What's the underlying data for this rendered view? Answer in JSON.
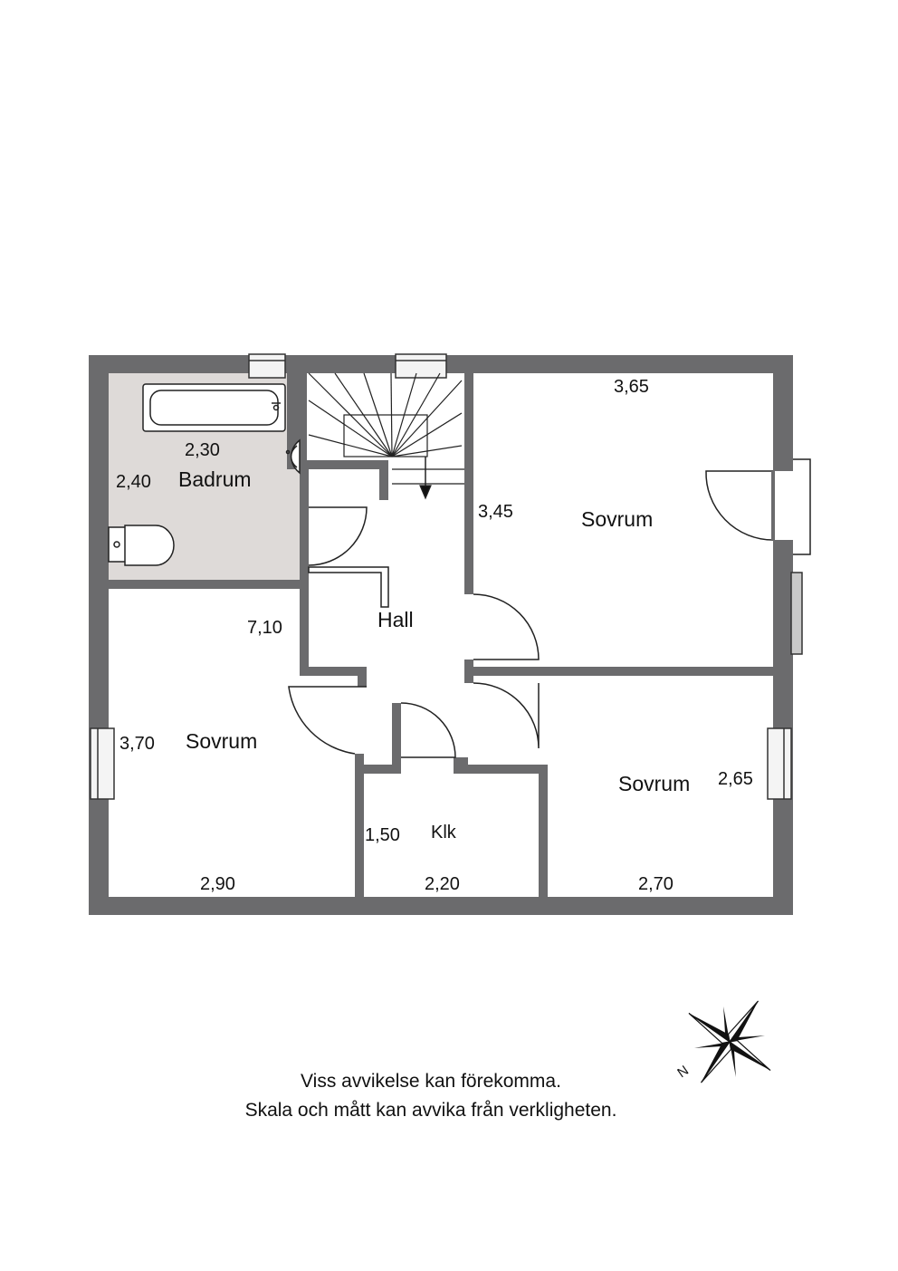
{
  "rooms": {
    "badrum": {
      "label": "Badrum",
      "dim_w": "2,30",
      "dim_h": "2,40"
    },
    "hall": {
      "label": "Hall",
      "dim": "7,10"
    },
    "sovrum_ne": {
      "label": "Sovrum",
      "dim_w": "3,65",
      "dim_h": "3,45"
    },
    "sovrum_w": {
      "label": "Sovrum",
      "dim_h": "3,70",
      "dim_w": "2,90"
    },
    "klk": {
      "label": "Klk",
      "dim_h": "1,50",
      "dim_w": "2,20"
    },
    "sovrum_se": {
      "label": "Sovrum",
      "dim_h": "2,65",
      "dim_w": "2,70"
    }
  },
  "compass": {
    "north_label": "N"
  },
  "disclaimer": {
    "line1": "Viss avvikelse kan förekomma.",
    "line2": "Skala och mått kan avvika från verkligheten."
  },
  "colors": {
    "wall": "#6b6b6d",
    "bath_floor": "#dedad8",
    "window": "#f4f4f4"
  }
}
